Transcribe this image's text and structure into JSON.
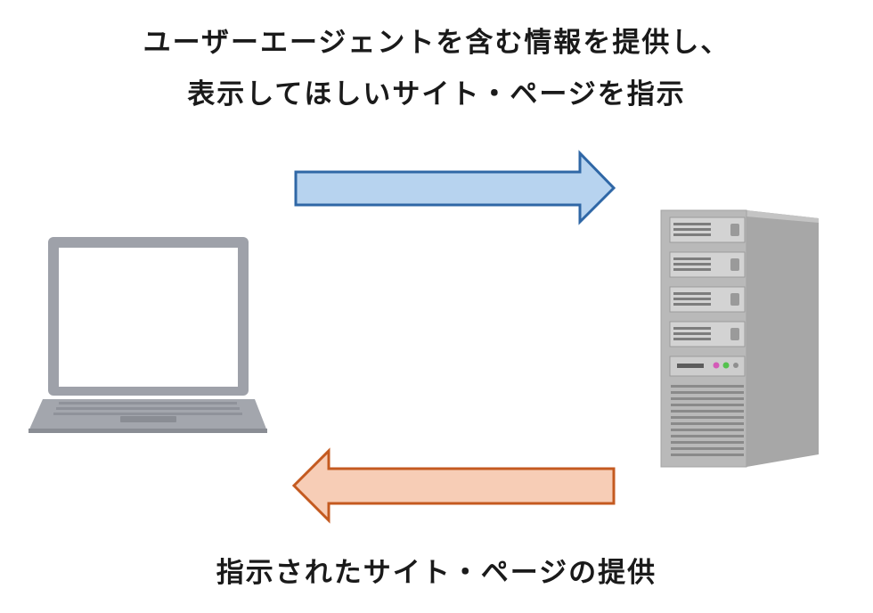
{
  "request": {
    "line1": "ユーザーエージェントを含む情報を提供し、",
    "line2": "表示してほしいサイト・ページを指示"
  },
  "response": {
    "caption": "指示されたサイト・ページの提供"
  },
  "colors": {
    "request_arrow_fill": "#b7d3ef",
    "request_arrow_stroke": "#2f67a6",
    "response_arrow_fill": "#f7cdb6",
    "response_arrow_stroke": "#c45a20",
    "laptop_body": "#a3a6ad",
    "server_body": "#b3b3b3"
  },
  "icons": {
    "client": "laptop-icon",
    "server": "server-tower-icon"
  }
}
